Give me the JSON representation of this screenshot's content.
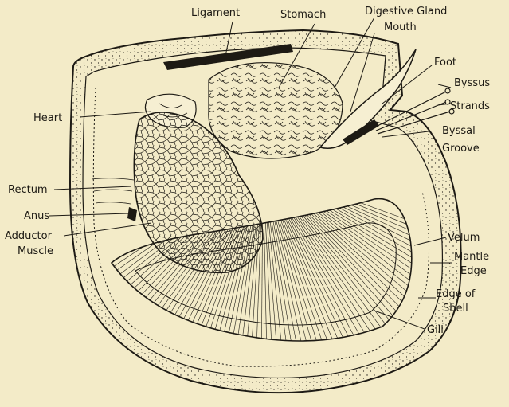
{
  "colors": {
    "paper": "#f3ebc8",
    "ink": "#1d1a14"
  },
  "labels": {
    "ligament": "Ligament",
    "stomach": "Stomach",
    "digestive_gland": "Digestive Gland",
    "mouth": "Mouth",
    "foot": "Foot",
    "byssus": "Byssus",
    "strands": "Strands",
    "byssal": "Byssal",
    "groove": "Groove",
    "heart": "Heart",
    "rectum": "Rectum",
    "anus": "Anus",
    "adductor": "Adductor",
    "muscle": "Muscle",
    "velum": "Velum",
    "mantle": "Mantle",
    "edge": "Edge",
    "edge_of": "Edge of",
    "shell": "Shell",
    "gill": "Gill"
  }
}
